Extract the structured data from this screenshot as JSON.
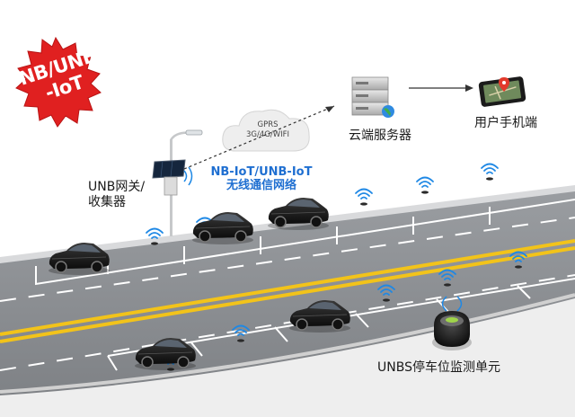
{
  "badge": {
    "line1": "NB/UNB",
    "line2": "-IoT"
  },
  "cloud": {
    "line1": "GPRS",
    "line2": "3G/4G/WIFI"
  },
  "server": {
    "label": "云端服务器",
    "icon": "server-icon"
  },
  "phone": {
    "label": "用户手机端",
    "icon": "phone-map-icon"
  },
  "gateway": {
    "line1": "UNB网关/",
    "line2": "收集器",
    "icon": "solar-gateway-icon"
  },
  "network": {
    "line1": "NB-IoT/UNB-IoT",
    "line2": "无线通信网络"
  },
  "sensor": {
    "label": "UNBS停车位监测单元",
    "icon": "parking-sensor-icon"
  },
  "colors": {
    "badge": "#e02020",
    "road": "#8a8d91",
    "center_line": "#f2c31a",
    "network_text": "#1f6fd1",
    "signal": "#1e88e5"
  }
}
